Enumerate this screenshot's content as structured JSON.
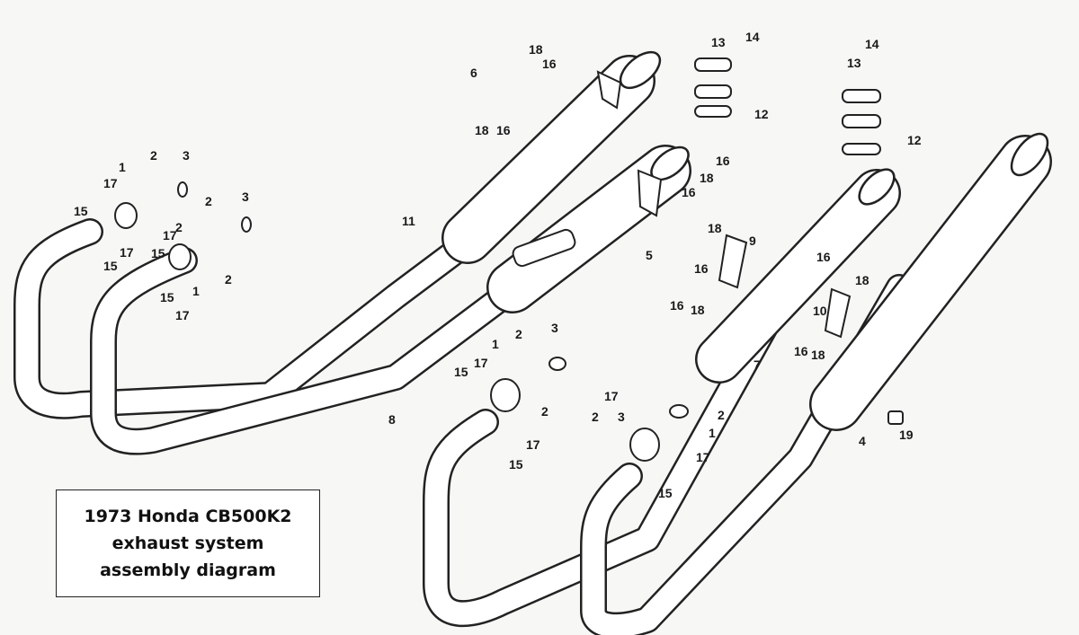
{
  "caption": {
    "line1": "1973 Honda CB500K2",
    "line2": "exhaust system",
    "line3": "assembly diagram"
  },
  "callouts": [
    "6",
    "18",
    "16",
    "18",
    "16",
    "13",
    "14",
    "12",
    "14",
    "13",
    "12",
    "16",
    "18",
    "16",
    "11",
    "5",
    "18",
    "16",
    "9",
    "16",
    "18",
    "16",
    "18",
    "10",
    "16",
    "18",
    "2",
    "3",
    "1",
    "17",
    "15",
    "2",
    "15",
    "17",
    "2",
    "3",
    "2",
    "15",
    "17",
    "15",
    "17",
    "1",
    "8",
    "7",
    "4",
    "19",
    "15",
    "17",
    "1",
    "2",
    "3",
    "2",
    "17",
    "15",
    "17",
    "2",
    "3",
    "2",
    "1",
    "17",
    "15"
  ]
}
